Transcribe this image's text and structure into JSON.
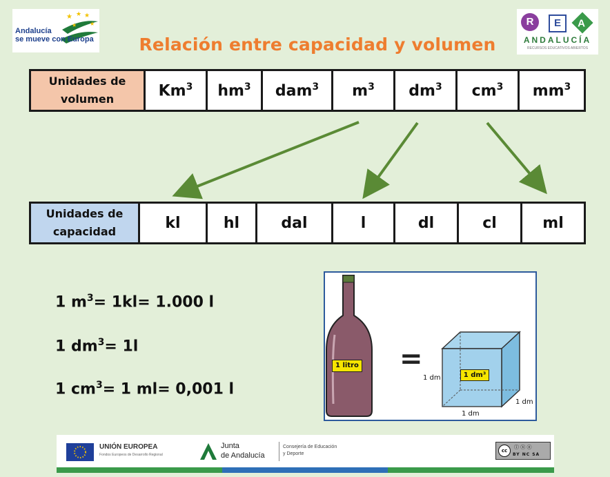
{
  "header": {
    "left_logo_text_line1": "Andalucía",
    "left_logo_text_line2": "se mueve con Europa",
    "title": "Relación entre capacidad y volumen",
    "rea_letters": [
      "R",
      "E",
      "A"
    ],
    "rea_word": "ANDALUCÍA",
    "rea_tagline": "RECURSOS EDUCATIVOS ABIERTOS"
  },
  "volume_table": {
    "header_line1": "Unidades de",
    "header_line2": "volumen",
    "units": [
      {
        "base": "Km",
        "exp": "3"
      },
      {
        "base": "hm",
        "exp": "3"
      },
      {
        "base": "dam",
        "exp": "3"
      },
      {
        "base": "m",
        "exp": "3"
      },
      {
        "base": "dm",
        "exp": "3"
      },
      {
        "base": "cm",
        "exp": "3"
      },
      {
        "base": "mm",
        "exp": "3"
      }
    ]
  },
  "capacity_table": {
    "header_line1": "Unidades de",
    "header_line2": "capacidad",
    "units": [
      "kl",
      "hl",
      "dal",
      "l",
      "dl",
      "cl",
      "ml"
    ]
  },
  "equivalences": [
    {
      "pre": "1 m",
      "exp": "3",
      "post": "= 1kl= 1.000 l"
    },
    {
      "pre": "1 dm",
      "exp": "3",
      "post": "= 1l"
    },
    {
      "pre": "1 cm",
      "exp": "3",
      "post": "= 1 ml= 0,001 l"
    }
  ],
  "illustration": {
    "bottle_label": "1 litro",
    "equals_sign": "=",
    "cube_label": "1 dm³",
    "edge_left": "1 dm",
    "edge_right": "1 dm",
    "edge_bottom": "1 dm"
  },
  "footer": {
    "eu_title": "UNIÓN EUROPEA",
    "eu_subtitle": "Fondos Europeos de Desarrollo Regional",
    "junta_line1": "Junta",
    "junta_line2": "de Andalucía",
    "consejeria_line1": "Consejería de Educación",
    "consejeria_line2": "y Deporte",
    "license": [
      "BY",
      "NC",
      "SA"
    ]
  },
  "colors": {
    "background": "#e3efd9",
    "title": "#ee7d2f",
    "volume_header": "#f4c6aa",
    "capacity_header": "#c0d6ee",
    "arrows": "#5a8a35"
  }
}
